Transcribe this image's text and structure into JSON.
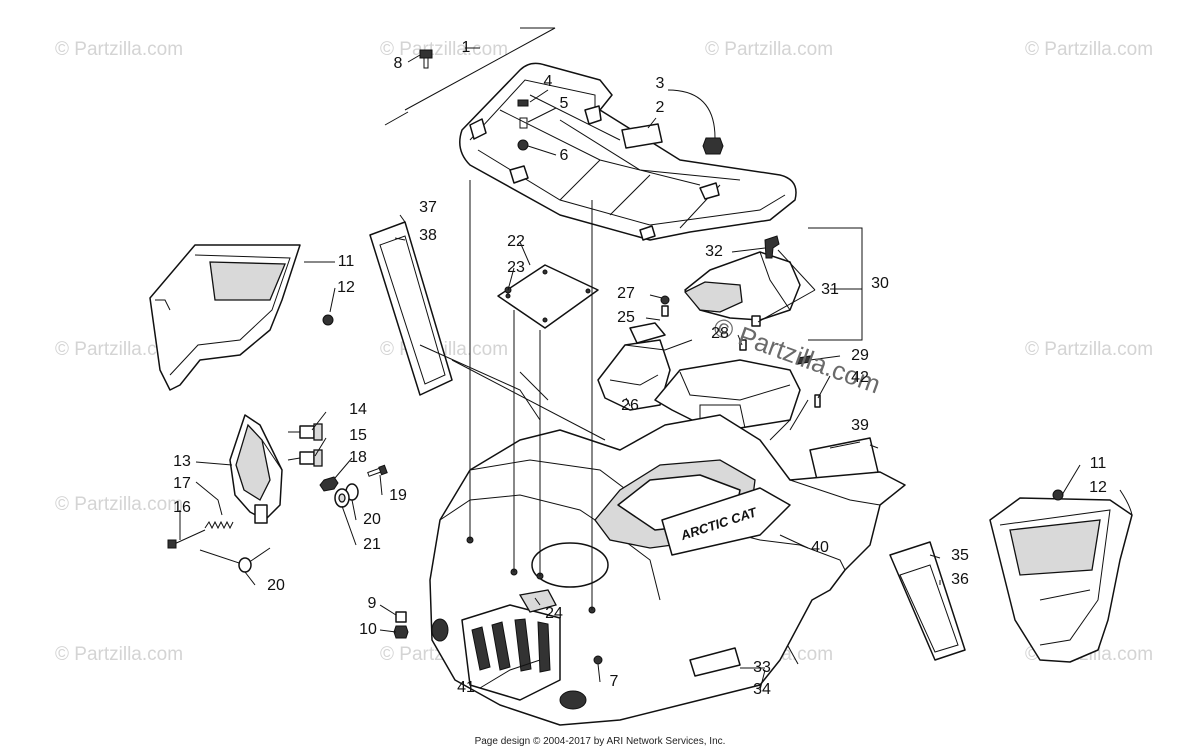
{
  "watermarks": [
    {
      "text": "© Partzilla.com"
    },
    {
      "text": "© Partzilla.com"
    },
    {
      "text": "© Partzilla.com"
    },
    {
      "text": "© Partzilla.com"
    },
    {
      "text": "© Partzilla.com"
    },
    {
      "text": "© Partzilla.com"
    },
    {
      "text": "© Partzilla.com"
    },
    {
      "text": "© Partzilla.com"
    },
    {
      "text": "© Partzilla.com"
    },
    {
      "text": "© Partzilla.com"
    },
    {
      "text": "© Partzilla.com"
    },
    {
      "text": "© Partzilla.com"
    }
  ],
  "center_watermark": "© Partzilla.com",
  "brand_decal": "ARCTIC CAT",
  "footer": "Page design © 2004-2017 by ARI Network Services, Inc.",
  "callouts": [
    "1",
    "2",
    "3",
    "4",
    "5",
    "6",
    "7",
    "8",
    "9",
    "10",
    "11",
    "12",
    "13",
    "14",
    "15",
    "16",
    "17",
    "18",
    "19",
    "20",
    "20",
    "21",
    "22",
    "23",
    "24",
    "25",
    "26",
    "27",
    "28",
    "29",
    "30",
    "31",
    "32",
    "33",
    "34",
    "35",
    "36",
    "37",
    "38",
    "39",
    "40",
    "41",
    "42",
    "11",
    "12"
  ]
}
